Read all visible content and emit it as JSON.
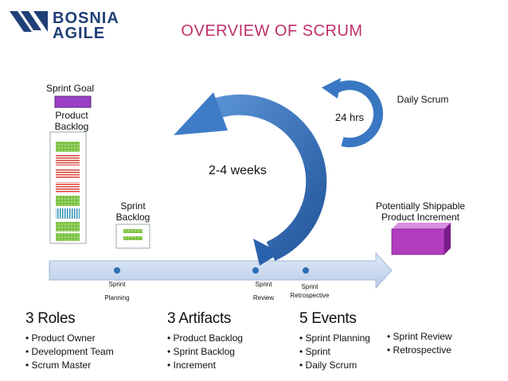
{
  "brand": {
    "line1": "BOSNIA",
    "line2": "AGILE"
  },
  "title": "OVERVIEW OF SCRUM",
  "diagram": {
    "sprint_goal": "Sprint Goal",
    "product_backlog": [
      "Product",
      "Backlog"
    ],
    "sprint_backlog": [
      "Sprint",
      "Backlog"
    ],
    "cycle_label": "2-4 weeks",
    "daily_label": "24 hrs",
    "daily_scrum": "Daily Scrum",
    "increment": [
      "Potentially Shippable",
      "Product Increment"
    ],
    "timeline": {
      "planning": [
        "Sprint",
        "Planning"
      ],
      "review": [
        "Sprint",
        "Review"
      ],
      "retro": [
        "Sprint",
        "Retrospective"
      ]
    }
  },
  "roles": {
    "heading": "3 Roles",
    "items": [
      "Product Owner",
      "Development Team",
      "Scrum Master"
    ]
  },
  "artifacts": {
    "heading": "3 Artifacts",
    "items": [
      "Product Backlog",
      "Sprint Backlog",
      "Increment"
    ]
  },
  "events": {
    "heading": "5 Events",
    "col1": [
      "Sprint Planning",
      "Sprint",
      "Daily Scrum"
    ],
    "col2": [
      "Sprint Review",
      "Retrospective"
    ]
  },
  "colors": {
    "accent": "#c0306a",
    "brand": "#1f3f76",
    "arrow": "#2f6db5",
    "goal": "#9b3fc6"
  }
}
